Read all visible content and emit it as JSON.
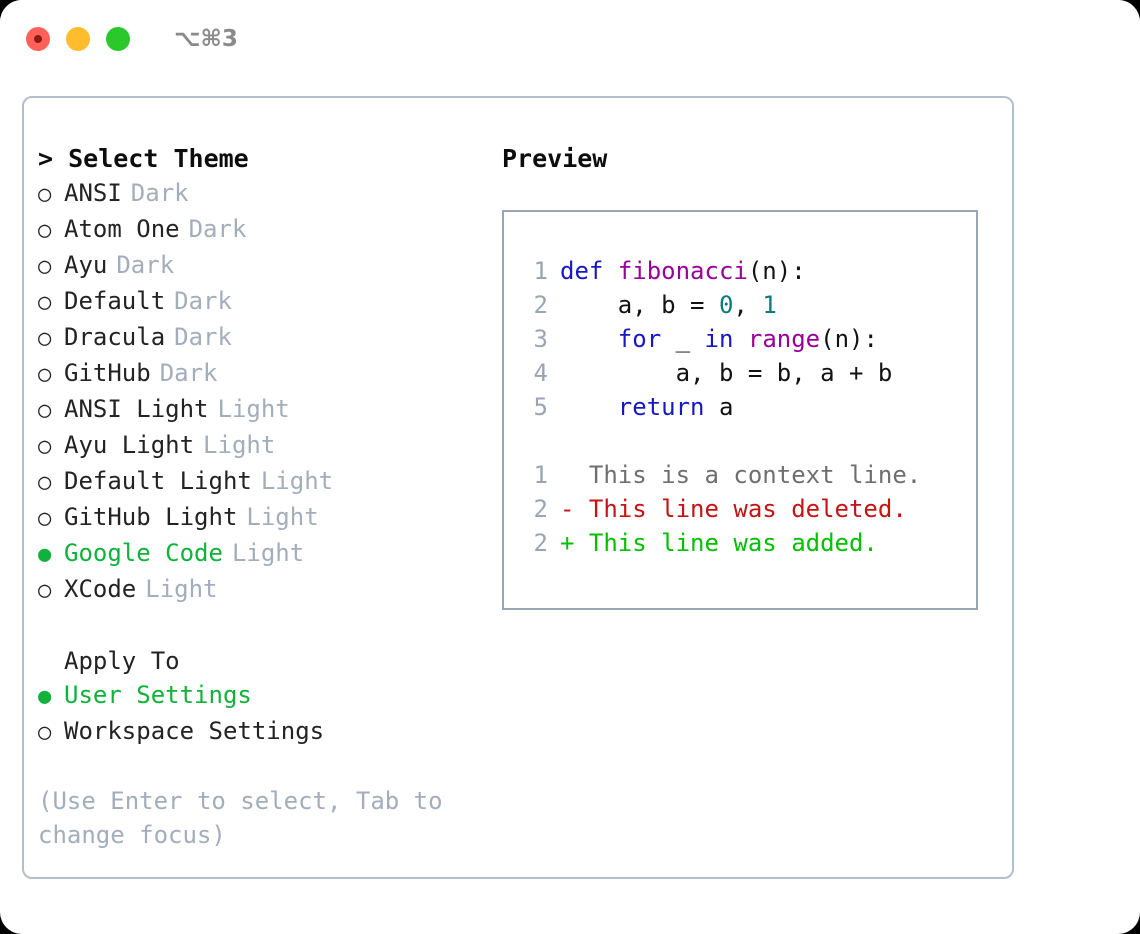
{
  "window": {
    "shortcut": "⌥⌘3",
    "traffic_lights": [
      "close-red",
      "minimize-yellow",
      "maximize-green"
    ],
    "accent_green": "#11b23c",
    "border_color": "#b4bfcc"
  },
  "theme_picker": {
    "title": "> Select Theme",
    "bullet_unselected": "○",
    "bullet_selected": "●",
    "items": [
      {
        "name": "ANSI",
        "category": "Dark",
        "selected": false
      },
      {
        "name": "Atom One",
        "category": "Dark",
        "selected": false
      },
      {
        "name": "Ayu",
        "category": "Dark",
        "selected": false
      },
      {
        "name": "Default",
        "category": "Dark",
        "selected": false
      },
      {
        "name": "Dracula",
        "category": "Dark",
        "selected": false
      },
      {
        "name": "GitHub",
        "category": "Dark",
        "selected": false
      },
      {
        "name": "ANSI Light",
        "category": "Light",
        "selected": false
      },
      {
        "name": "Ayu Light",
        "category": "Light",
        "selected": false
      },
      {
        "name": "Default Light",
        "category": "Light",
        "selected": false
      },
      {
        "name": "GitHub Light",
        "category": "Light",
        "selected": false
      },
      {
        "name": "Google Code",
        "category": "Light",
        "selected": true
      },
      {
        "name": "XCode",
        "category": "Light",
        "selected": false
      }
    ]
  },
  "apply_to": {
    "title": "Apply To",
    "items": [
      {
        "name": "User Settings",
        "selected": true
      },
      {
        "name": "Workspace Settings",
        "selected": false
      }
    ]
  },
  "hint": "(Use Enter to select, Tab to change focus)",
  "preview": {
    "title": "Preview",
    "code_lines": [
      {
        "num": "1",
        "tokens": [
          {
            "t": "def",
            "c": "kw"
          },
          {
            "t": " ",
            "c": "plain"
          },
          {
            "t": "fibonacci",
            "c": "fn"
          },
          {
            "t": "(n):",
            "c": "plain"
          }
        ]
      },
      {
        "num": "2",
        "tokens": [
          {
            "t": "    a, b = ",
            "c": "plain"
          },
          {
            "t": "0",
            "c": "num"
          },
          {
            "t": ", ",
            "c": "plain"
          },
          {
            "t": "1",
            "c": "num"
          }
        ]
      },
      {
        "num": "3",
        "tokens": [
          {
            "t": "    ",
            "c": "plain"
          },
          {
            "t": "for",
            "c": "kw"
          },
          {
            "t": " _ ",
            "c": "plain"
          },
          {
            "t": "in",
            "c": "kw"
          },
          {
            "t": " ",
            "c": "plain"
          },
          {
            "t": "range",
            "c": "fn"
          },
          {
            "t": "(n):",
            "c": "plain"
          }
        ]
      },
      {
        "num": "4",
        "tokens": [
          {
            "t": "        a, b = b, a + b",
            "c": "plain"
          }
        ]
      },
      {
        "num": "5",
        "tokens": [
          {
            "t": "    ",
            "c": "plain"
          },
          {
            "t": "return",
            "c": "kw"
          },
          {
            "t": " a",
            "c": "plain"
          }
        ]
      }
    ],
    "diff_lines": [
      {
        "num": "1",
        "marker": "  ",
        "text": "This is a context line.",
        "kind": "ctx"
      },
      {
        "num": "2",
        "marker": "- ",
        "text": "This line was deleted.",
        "kind": "del"
      },
      {
        "num": "2",
        "marker": "+ ",
        "text": "This line was added.",
        "kind": "add"
      }
    ],
    "colors": {
      "keyword": "#1717c4",
      "function": "#990099",
      "number": "#0a7a7a",
      "line_number": "#9aa5b4",
      "diff_context": "#6f6f6f",
      "diff_deleted": "#c41414",
      "diff_added": "#00c000"
    }
  }
}
